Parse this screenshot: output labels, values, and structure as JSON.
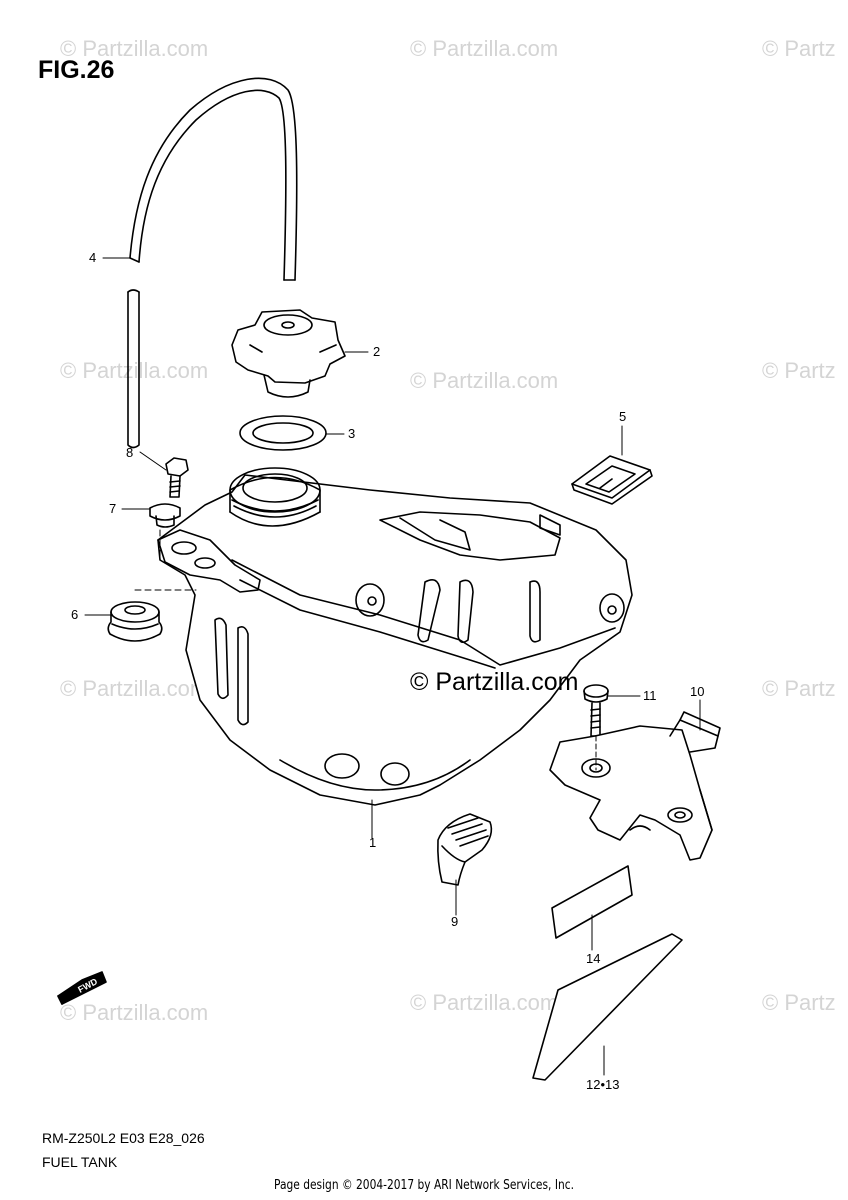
{
  "figure": {
    "title": "FIG.26"
  },
  "watermark": {
    "text": "© Partzilla.com",
    "right_edge_text": "© Partz",
    "center_text": "© Partzilla.com"
  },
  "callouts": [
    {
      "id": "callout-1",
      "label": "1"
    },
    {
      "id": "callout-2",
      "label": "2"
    },
    {
      "id": "callout-3",
      "label": "3"
    },
    {
      "id": "callout-4",
      "label": "4"
    },
    {
      "id": "callout-5",
      "label": "5"
    },
    {
      "id": "callout-6",
      "label": "6"
    },
    {
      "id": "callout-7",
      "label": "7"
    },
    {
      "id": "callout-8",
      "label": "8"
    },
    {
      "id": "callout-9",
      "label": "9"
    },
    {
      "id": "callout-10",
      "label": "10"
    },
    {
      "id": "callout-11",
      "label": "11"
    },
    {
      "id": "callout-14",
      "label": "14"
    },
    {
      "id": "callout-12-13",
      "label": "12•13"
    }
  ],
  "direction_marker": {
    "label": "FWD"
  },
  "footer": {
    "model_code": "RM-Z250L2 E03 E28_026",
    "figure_name": "FUEL TANK",
    "credit": "Page design © 2004-2017 by ARI Network Services, Inc."
  }
}
